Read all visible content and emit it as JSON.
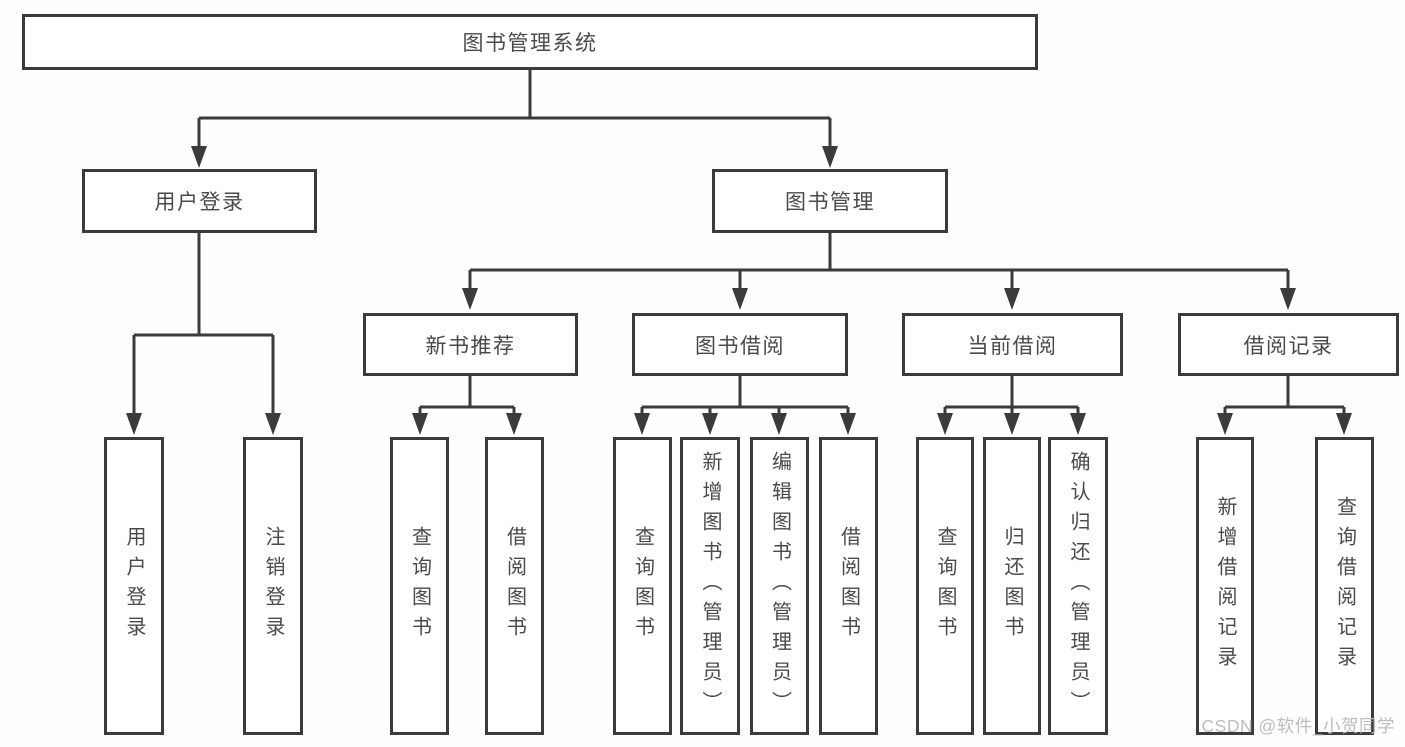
{
  "nodes": {
    "root": "图书管理系统",
    "user_login": "用户登录",
    "book_management": "图书管理",
    "new_book_recommend": "新书推荐",
    "book_borrow": "图书借阅",
    "current_borrow": "当前借阅",
    "borrow_records": "借阅记录",
    "leaf_user_login": "用户登录",
    "leaf_logout": "注销登录",
    "leaf_nb_query_books": "查询图书",
    "leaf_nb_borrow_books": "借阅图书",
    "leaf_bb_query_books": "查询图书",
    "leaf_bb_add_books": "新增图书（管理员）",
    "leaf_bb_edit_books": "编辑图书（管理员）",
    "leaf_bb_borrow_books": "借阅图书",
    "leaf_cb_query_books": "查询图书",
    "leaf_cb_return_books": "归还图书",
    "leaf_cb_confirm_return": "确认归还（管理员）",
    "leaf_br_add_record": "新增借阅记录",
    "leaf_br_query_record": "查询借阅记录"
  },
  "watermark": "CSDN @软件_小贺同学",
  "colors": {
    "line": "#3b3b3b",
    "text": "#4a4a4a",
    "background": "#fefefe",
    "watermark": "#bdbdbd"
  }
}
